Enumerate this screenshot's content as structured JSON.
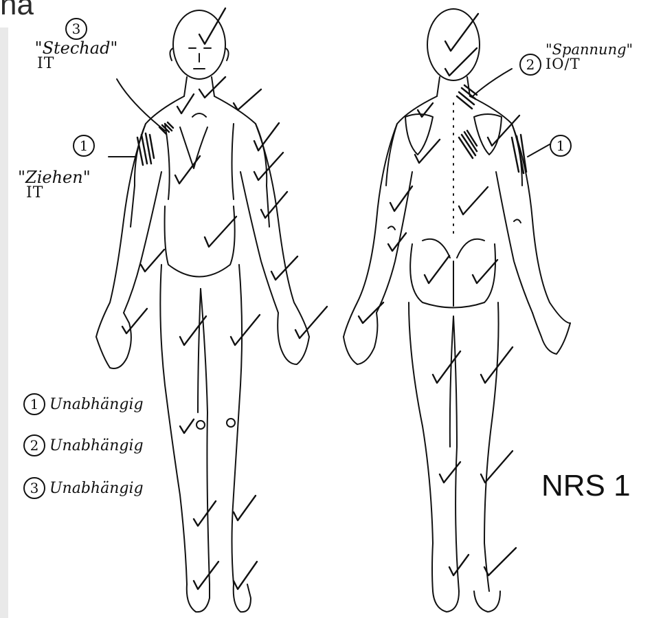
{
  "header_fragment": "na",
  "annotations": {
    "front_chest": {
      "number": "3",
      "quote": "\"Stechad\"",
      "code": "IT"
    },
    "front_shoulder": {
      "number": "1",
      "quote": "\"Ziehen\"",
      "code": "IT"
    },
    "back_neck": {
      "number": "2",
      "quote": "\"Spannung\"",
      "code": "IO/T"
    },
    "back_shoulder": {
      "number": "1"
    }
  },
  "legend": [
    {
      "number": "1",
      "label": "Unabhängig"
    },
    {
      "number": "2",
      "label": "Unabhängig"
    },
    {
      "number": "3",
      "label": "Unabhängig"
    }
  ],
  "score_label": "NRS 1",
  "colors": {
    "ink": "#111111",
    "background": "#ffffff"
  }
}
